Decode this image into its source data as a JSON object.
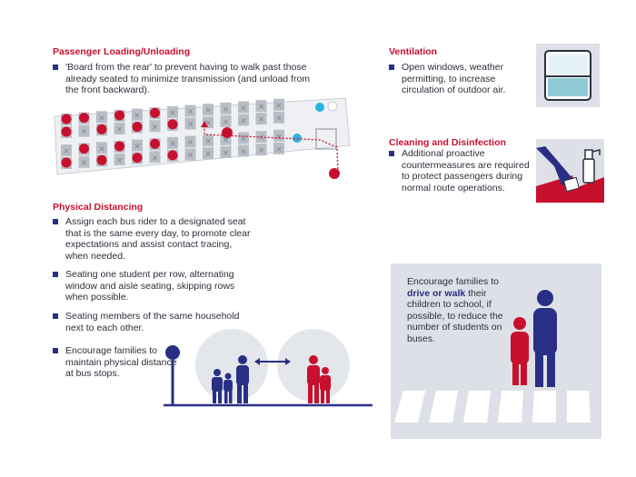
{
  "loading": {
    "title": "Passenger Loading/Unloading",
    "bullet": "'Board from the rear' to prevent having to walk past those already seated to minimize transmission (and unload from the front backward)."
  },
  "ventilation": {
    "title": "Ventilation",
    "bullet": "Open windows, weather permitting, to increase circulation of outdoor air."
  },
  "cleaning": {
    "title": "Cleaning and Disinfection",
    "bullet": "Additional proactive countermeasures are required to protect passengers during normal route operations."
  },
  "distancing": {
    "title": "Physical Distancing",
    "bullets": [
      "Assign each bus rider to a designated seat that is the same every day, to promote clear expectations and assist contact tracing, when needed.",
      "Seating one student per row, alternating window and aisle seating, skipping rows when possible.",
      "Seating members of the same household next to each other.",
      "Encourage families to maintain physical distance at bus stops."
    ]
  },
  "encourage": {
    "pre": "Encourage families to ",
    "highlight": "drive or walk",
    "post": " their children to school, if possible, to reduce the number of students on buses."
  },
  "colors": {
    "red": "#c8102e",
    "navy": "#2a2f86",
    "gray_panel": "#dde1e7",
    "seat_gray": "#b9bec6"
  }
}
